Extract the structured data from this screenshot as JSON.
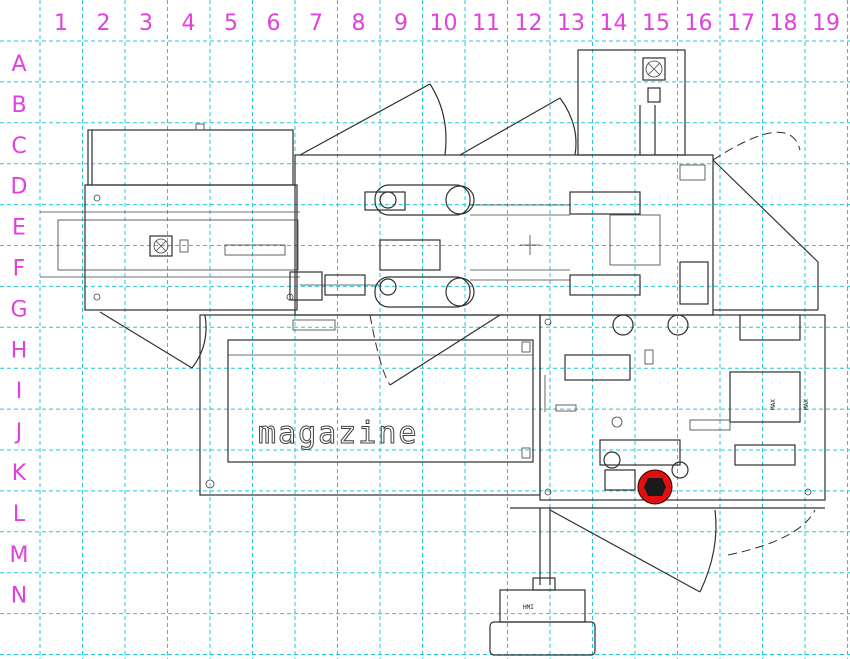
{
  "grid": {
    "columns": [
      "1",
      "2",
      "3",
      "4",
      "5",
      "6",
      "7",
      "8",
      "9",
      "10",
      "11",
      "12",
      "13",
      "14",
      "15",
      "16",
      "17",
      "18",
      "19"
    ],
    "rows": [
      "A",
      "B",
      "C",
      "D",
      "E",
      "F",
      "G",
      "H",
      "I",
      "J",
      "K",
      "L",
      "M",
      "N"
    ]
  },
  "labels": {
    "magazine": "magazine",
    "hmi": "HMI",
    "max_a": "MAX",
    "max_b": "MAX"
  },
  "colors": {
    "grid": "#22c8d8",
    "grid_labels": "#e040e0",
    "linework": "#303030",
    "marker": "#e01010"
  },
  "marker": {
    "icon": "red-circle-marker",
    "cell": "K15"
  }
}
